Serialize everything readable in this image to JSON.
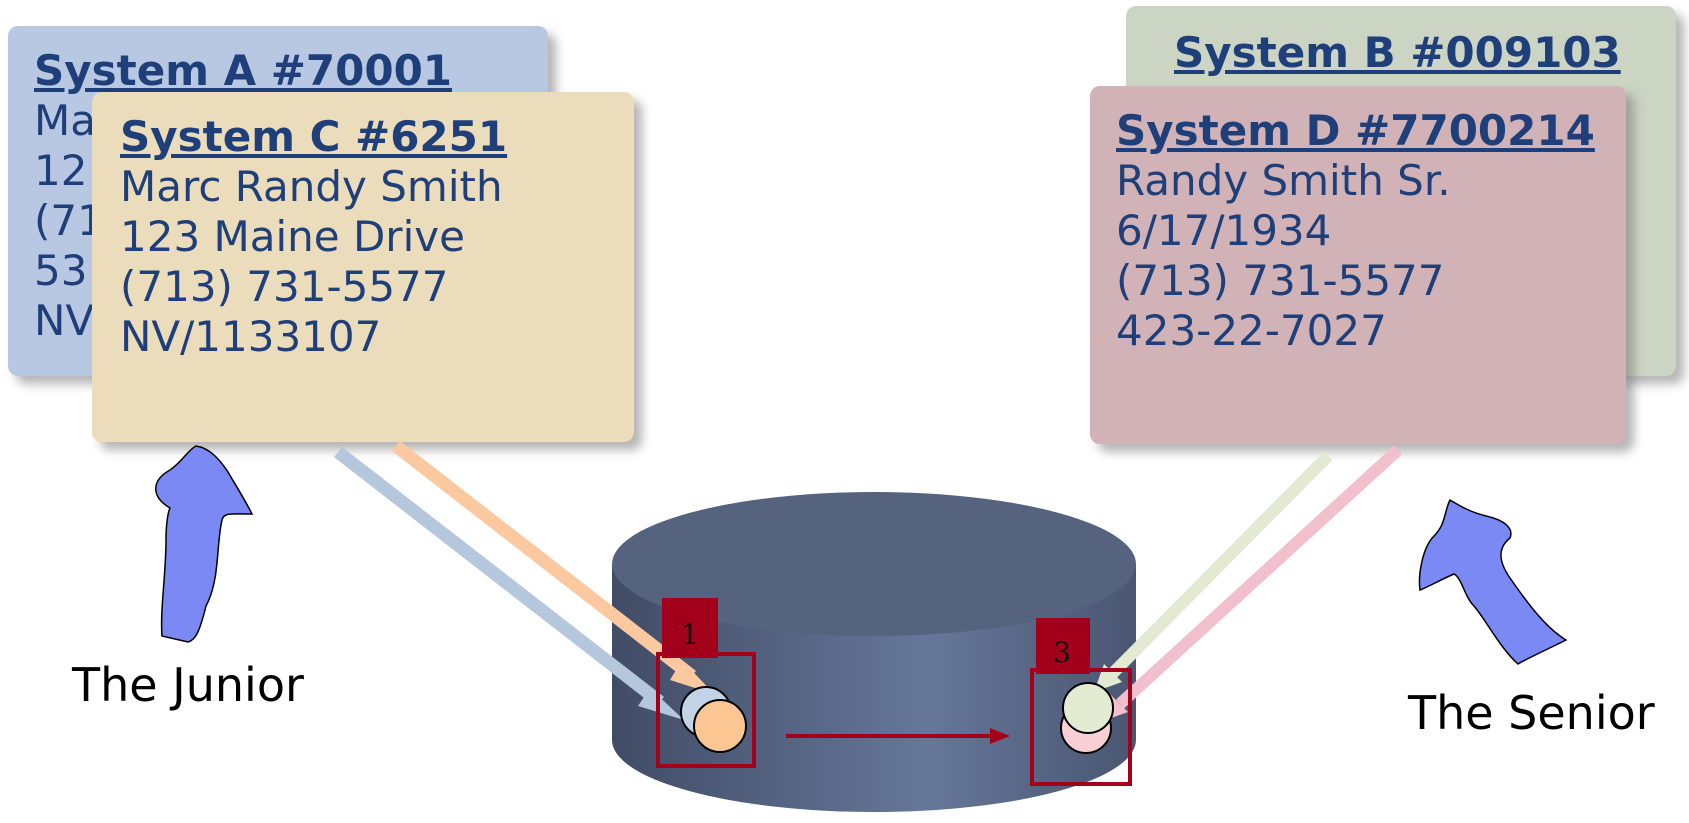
{
  "cards": {
    "system_a": {
      "title": "System A #70001",
      "lines": [
        "Ma",
        "12",
        "(71",
        "53",
        "NV"
      ]
    },
    "system_b": {
      "title": "System B #009103"
    },
    "system_c": {
      "title": "System C #6251",
      "lines": [
        "Marc Randy Smith",
        "123 Maine Drive",
        "(713) 731-5577",
        "NV/1133107"
      ]
    },
    "system_d": {
      "title": "System D #7700214",
      "lines": [
        "Randy Smith Sr.",
        "6/17/1934",
        "(713) 731-5577",
        "423-22-7027"
      ]
    }
  },
  "labels": {
    "junior": "The Junior",
    "senior": "The Senior"
  },
  "database": {
    "box_left_number": "1",
    "box_right_number": "3"
  },
  "colors": {
    "card_a": "#b9c8e2",
    "card_b": "#ccd4c4",
    "card_c": "#ebdcbb",
    "card_d": "#d1b3b7",
    "text": "#1f3f7a",
    "cylinder": "#5a6a87",
    "marker": "#a3001b",
    "person": "#7b89f5"
  }
}
